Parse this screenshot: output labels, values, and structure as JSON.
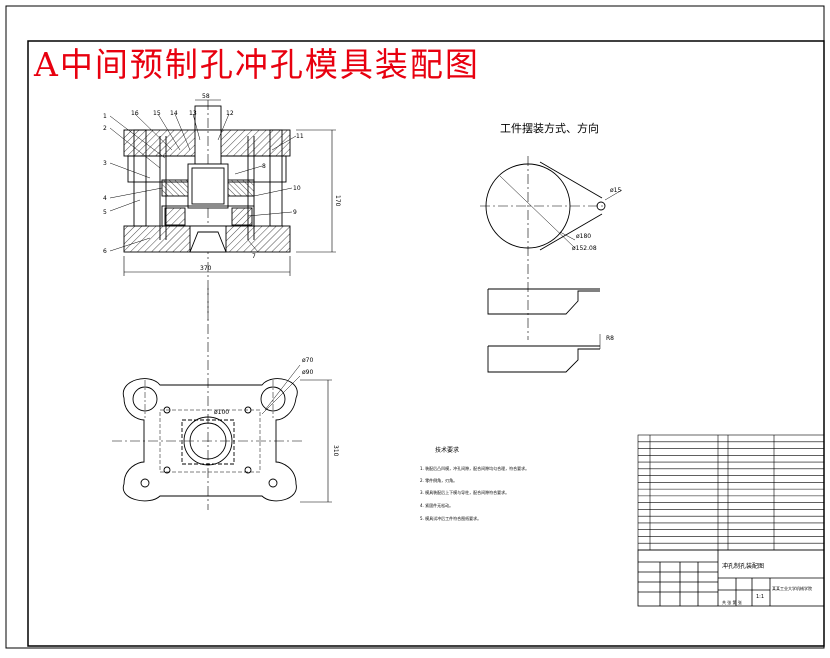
{
  "title": "A中间预制孔冲孔模具装配图",
  "view_caption": "工件摆装方式、方向",
  "tech_requirements_title": "技术要求",
  "tech_requirements": [
    "1. 装配后凸凹模，冲孔间隙，配合间隙均匀合理，符合要求。",
    "2. 零件倒角，刃角。",
    "3. 模具装配后上下模与导柱，配合间隙符合要求。",
    "4. 紧固件无松动。",
    "5. 模具试冲后工件符合图纸要求。"
  ],
  "dims": {
    "d58": "58",
    "d170": "170",
    "d370": "370",
    "d310": "310",
    "phi15": "ø15",
    "phi180": "ø180",
    "phi152": "ø152.08",
    "phi70": "ø70",
    "phi90": "ø90",
    "phi100": "ø100",
    "r8": "R8"
  },
  "part_numbers_left": [
    "1",
    "2",
    "3",
    "4",
    "5",
    "6"
  ],
  "part_numbers_top": [
    "16",
    "15",
    "14",
    "13",
    "12",
    "11"
  ],
  "part_numbers_right": [
    "10",
    "9",
    "8",
    "7"
  ],
  "title_block": {
    "drawing_name": "冲孔制孔装配图",
    "school": "某某工业大学机械学院",
    "scale": "1:1",
    "sheets": "共 张 第 张"
  }
}
